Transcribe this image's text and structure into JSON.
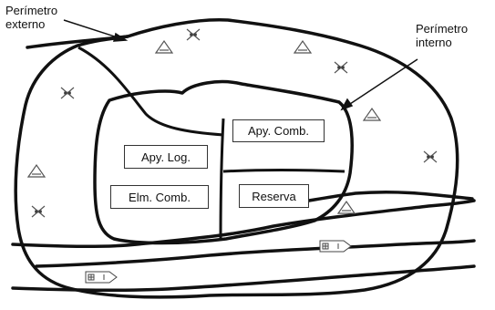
{
  "labels": {
    "outer_perimeter": "Perímetro\nexterno",
    "inner_perimeter": "Perímetro\ninterno"
  },
  "zones": {
    "logistics_support": "Apy. Log.",
    "combat_support": "Apy. Comb.",
    "combat_elements": "Elm. Comb.",
    "reserve": "Reserva"
  },
  "symbols": {
    "observation_post": "triangle-icon",
    "obstacle": "cross-obstacle-icon",
    "vehicle": "vehicle-icon"
  },
  "colors": {
    "line": "#111111",
    "symbol": "#555555"
  }
}
